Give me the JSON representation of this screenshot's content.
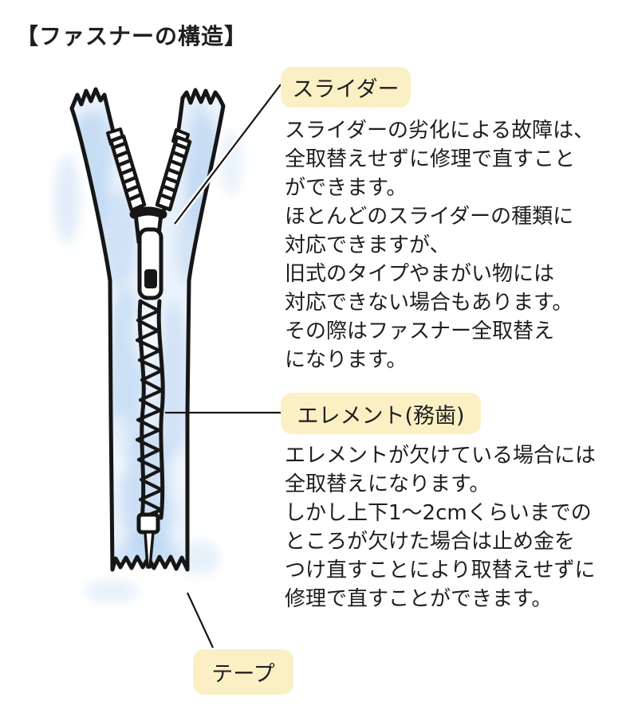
{
  "title": "【ファスナーの構造】",
  "colors": {
    "label_bg": "#FBF0C4",
    "tape_blue_light": "#EAF2FB",
    "tape_blue": "#AECDEF",
    "outline": "#161616",
    "text": "#1E1E1E"
  },
  "labels": {
    "slider": {
      "label": "スライダー",
      "description": "スライダーの劣化による故障は、\n全取替えせずに修理で直すこと\nができます。\nほとんどのスライダーの種類に\n対応できますが、\n旧式のタイプやまがい物には\n対応できない場合もあります。\nその際はファスナー全取替え\nになります。"
    },
    "element": {
      "label": "エレメント(務歯)",
      "description": "エレメントが欠けている場合には\n全取替えになります。\nしかし上下1〜2cmくらいまでの\nところが欠けた場合は止め金を\nつけ直すことにより取替えせずに\n修理で直すことができます。"
    },
    "tape": {
      "label": "テープ"
    }
  },
  "illustration": {
    "subject": "zipper",
    "parts": [
      "slider",
      "element-teeth",
      "tape",
      "pull-tab",
      "bottom-stop"
    ]
  }
}
